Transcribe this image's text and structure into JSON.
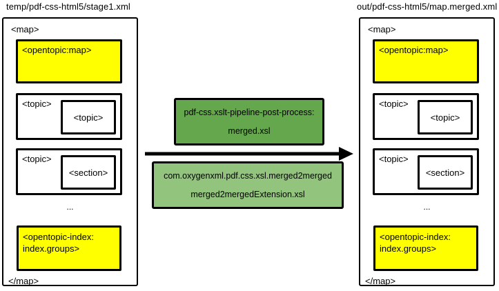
{
  "left_panel": {
    "title": "temp/pdf-css-html5/stage1.xml",
    "map_open": "<map>",
    "map_close": "</map>",
    "opentopic_map": "<opentopic:map>",
    "topic_outer_1": "<topic>",
    "topic_inner_1": "<topic>",
    "topic_outer_2": "<topic>",
    "topic_inner_2": "<section>",
    "ellipsis": "...",
    "index_line1": "<opentopic-index:",
    "index_line2": "index.groups>"
  },
  "right_panel": {
    "title": "out/pdf-css-html5/map.merged.xml",
    "map_open": "<map>",
    "map_close": "</map>",
    "opentopic_map": "<opentopic:map>",
    "topic_outer_1": "<topic>",
    "topic_inner_1": "<topic>",
    "topic_outer_2": "<topic>",
    "topic_inner_2": "<section>",
    "ellipsis": "...",
    "index_line1": "<opentopic-index:",
    "index_line2": "index.groups>"
  },
  "pipeline": {
    "post_process_box": {
      "line1": "pdf-css.xslt-pipeline-post-process:",
      "line2": "merged.xsl"
    },
    "extension_box": {
      "line1": "com.oxygenxml.pdf.css.xsl.merged2merged",
      "line2": "merged2mergedExtension.xsl"
    }
  },
  "colors": {
    "highlight_yellow": "#ffff00",
    "process_green_dark": "#65a74d",
    "process_green_light": "#93c47d",
    "border_black": "#000000",
    "background": "#ffffff"
  }
}
